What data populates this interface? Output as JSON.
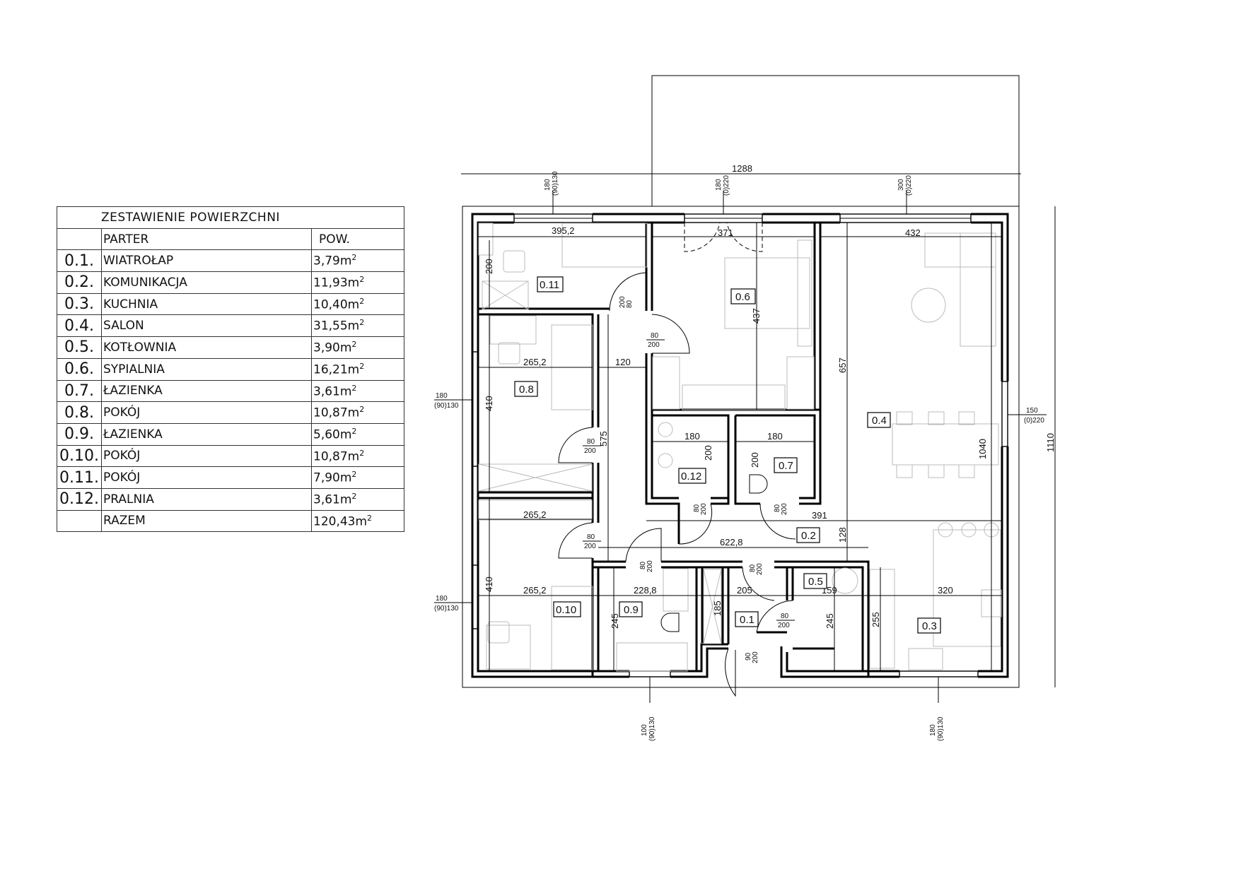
{
  "table": {
    "title": "ZESTAWIENIE  POWIERZCHNI",
    "header_name": "PARTER",
    "header_area": "POW.",
    "unit": "m",
    "unit_exp": "2",
    "rows": [
      {
        "no": "0.1.",
        "name": "WIATROŁAP",
        "area": "3,79"
      },
      {
        "no": "0.2.",
        "name": "KOMUNIKACJA",
        "area": "11,93"
      },
      {
        "no": "0.3.",
        "name": "KUCHNIA",
        "area": "10,40"
      },
      {
        "no": "0.4.",
        "name": "SALON",
        "area": "31,55"
      },
      {
        "no": "0.5.",
        "name": "KOTŁOWNIA",
        "area": "3,90"
      },
      {
        "no": "0.6.",
        "name": "SYPIALNIA",
        "area": "16,21"
      },
      {
        "no": "0.7.",
        "name": "ŁAZIENKA",
        "area": "3,61"
      },
      {
        "no": "0.8.",
        "name": "POKÓJ",
        "area": "10,87"
      },
      {
        "no": "0.9.",
        "name": "ŁAZIENKA",
        "area": "5,60"
      },
      {
        "no": "0.10.",
        "name": "POKÓJ",
        "area": "10,87"
      },
      {
        "no": "0.11.",
        "name": "POKÓJ",
        "area": "7,90"
      },
      {
        "no": "0.12.",
        "name": "PRALNIA",
        "area": "3,61"
      }
    ],
    "total": {
      "label": "RAZEM",
      "area": "120,43"
    }
  },
  "plan": {
    "rooms": [
      "0.1",
      "0.2",
      "0.3",
      "0.4",
      "0.5",
      "0.6",
      "0.7",
      "0.8",
      "0.9",
      "0.10",
      "0.11",
      "0.12"
    ],
    "overall": {
      "width": "1288",
      "depth": "1110"
    },
    "dims": {
      "w011": "395,2",
      "w06": "371",
      "w04": "432",
      "h011": "200",
      "w08": "265,2",
      "corr": "120",
      "h06": "437",
      "h04a": "657",
      "h08": "410",
      "hcorr": "575",
      "w012": "180",
      "h012": "200",
      "w07": "180",
      "h07": "200",
      "h04b": "1040",
      "w08b": "265,2",
      "wcorr": "391",
      "wcorr2": "622,8",
      "h02": "128",
      "h010": "410",
      "w010": "265,2",
      "w09": "228,8",
      "w01": "205",
      "w05": "159",
      "w03": "320",
      "h09": "245",
      "hsh": "185",
      "h05": "245",
      "h03": "255"
    },
    "doors": {
      "d_top": "80",
      "d_bot": "200",
      "d_rev_top": "200",
      "d_rev_bot": "80",
      "d_ent_top": "90",
      "d_ent_bot": "200"
    },
    "windows": {
      "w_top1": [
        "180",
        "(90)130"
      ],
      "w_top2": [
        "180",
        "(0)220"
      ],
      "w_top3": [
        "300",
        "(0)220"
      ],
      "w_left1": [
        "180",
        "(90)130"
      ],
      "w_left2": [
        "180",
        "(90)130"
      ],
      "w_right": [
        "150",
        "(0)220"
      ],
      "w_bot1": [
        "100",
        "(90)130"
      ],
      "w_bot2": [
        "180",
        "(90)130"
      ]
    }
  }
}
